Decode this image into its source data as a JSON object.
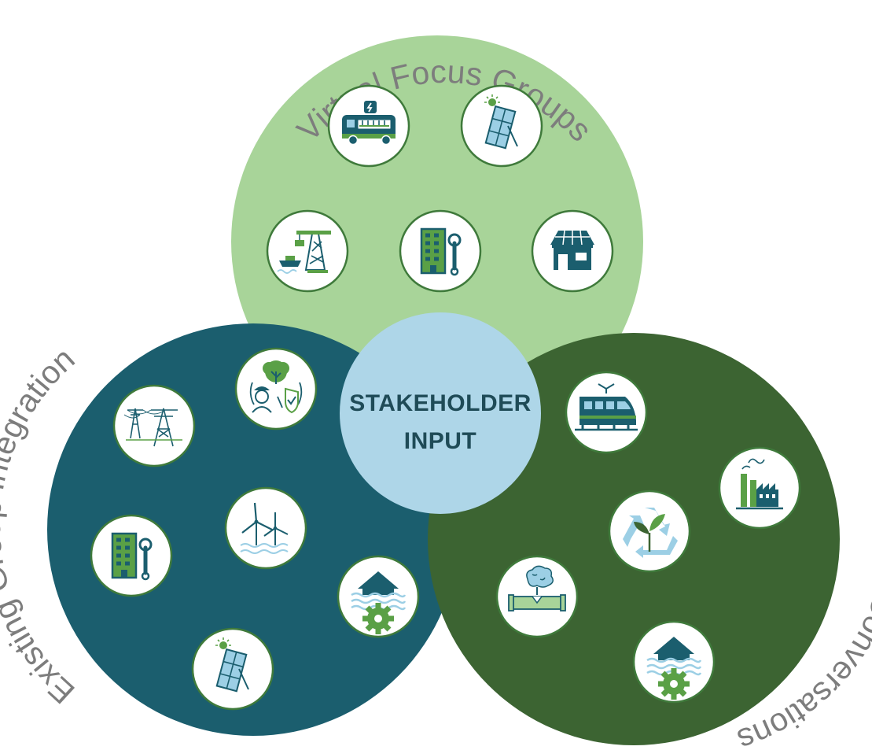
{
  "center": {
    "line1": "STAKEHOLDER",
    "line2": "INPUT"
  },
  "groups": [
    {
      "label": "Virtual Focus Groups",
      "color": "#a8d499",
      "icons": [
        "electric-bus-icon",
        "solar-panel-icon",
        "port-crane-icon",
        "building-maintenance-icon",
        "solar-roof-house-icon"
      ]
    },
    {
      "label": "Existing Group Integration",
      "color": "#1b5e6e",
      "icons": [
        "power-lines-icon",
        "environmental-protection-worker-icon",
        "building-maintenance-icon",
        "offshore-wind-icon",
        "flood-resilience-icon",
        "solar-panel-icon"
      ]
    },
    {
      "label": "Targeted Conversations",
      "color": "#3c6432",
      "icons": [
        "electric-train-icon",
        "factory-icon",
        "recycling-plants-icon",
        "pipeline-leak-icon",
        "flood-resilience-icon"
      ]
    }
  ],
  "colors": {
    "center_fill": "#aed6e8",
    "center_text": "#1f4b57",
    "label_text": "#7d7d7d",
    "dark_teal": "#1b5e6e",
    "mid_green": "#5aa046",
    "light_blue": "#9ccfe5"
  }
}
